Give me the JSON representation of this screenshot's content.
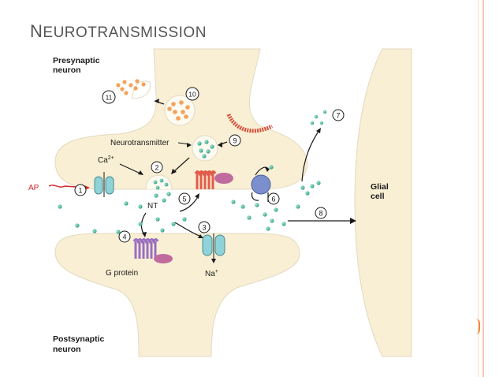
{
  "slide": {
    "title_first": "N",
    "title_rest": "EUROTRANSMISSION"
  },
  "diagram": {
    "presynaptic_line1": "Presynaptic",
    "presynaptic_line2": "neuron",
    "postsynaptic_line1": "Postsynaptic",
    "postsynaptic_line2": "neuron",
    "glial_line1": "Glial",
    "glial_line2": "cell",
    "neurotransmitter": "Neurotransmitter",
    "calcium_base": "Ca",
    "calcium_sup": "2+",
    "ap": "AP",
    "nt": "NT",
    "g_protein": "G protein",
    "sodium_base": "Na",
    "sodium_sup": "+",
    "steps": [
      "1",
      "2",
      "3",
      "4",
      "5",
      "6",
      "7",
      "8",
      "9",
      "10",
      "11"
    ],
    "colors": {
      "cell_fill": "#f8efd4",
      "vesicle_dot": "#3fb39a",
      "orange_dot": "#f4a25a",
      "receptor_red": "#e25b4a",
      "receptor_purple": "#9a6fbf",
      "channel_teal": "#8fd3d8",
      "pump_blue": "#7b8fcf",
      "ap_red": "#d2232a"
    }
  }
}
